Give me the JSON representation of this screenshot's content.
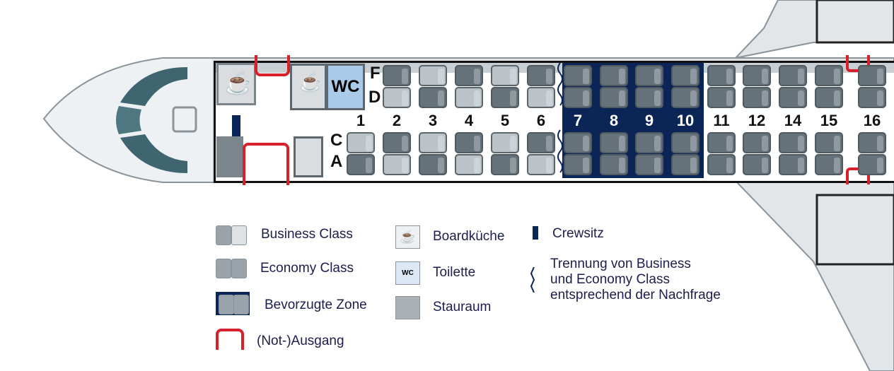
{
  "galley_label": "WC",
  "seat_letters": [
    "F",
    "D",
    "C",
    "A"
  ],
  "rows": [
    {
      "number": "1",
      "preferred": false,
      "seats": {
        "F": null,
        "D": null,
        "C": "business",
        "A": "economy"
      }
    },
    {
      "number": "2",
      "preferred": false,
      "seats": {
        "F": "economy",
        "D": "business",
        "C": "economy",
        "A": "business"
      }
    },
    {
      "number": "3",
      "preferred": false,
      "seats": {
        "F": "business",
        "D": "economy",
        "C": "business",
        "A": "economy"
      }
    },
    {
      "number": "4",
      "preferred": false,
      "seats": {
        "F": "economy",
        "D": "business",
        "C": "economy",
        "A": "business"
      }
    },
    {
      "number": "5",
      "preferred": false,
      "seats": {
        "F": "business",
        "D": "economy",
        "C": "business",
        "A": "economy"
      }
    },
    {
      "number": "6",
      "preferred": false,
      "seats": {
        "F": "economy",
        "D": "business",
        "C": "economy",
        "A": "business"
      }
    },
    {
      "number": "7",
      "preferred": true,
      "seats": {
        "F": "economy",
        "D": "economy",
        "C": "economy",
        "A": "economy"
      }
    },
    {
      "number": "8",
      "preferred": true,
      "seats": {
        "F": "economy",
        "D": "economy",
        "C": "economy",
        "A": "economy"
      }
    },
    {
      "number": "9",
      "preferred": true,
      "seats": {
        "F": "economy",
        "D": "economy",
        "C": "economy",
        "A": "economy"
      }
    },
    {
      "number": "10",
      "preferred": true,
      "seats": {
        "F": "economy",
        "D": "economy",
        "C": "economy",
        "A": "economy"
      }
    },
    {
      "number": "11",
      "preferred": false,
      "seats": {
        "F": "economy",
        "D": "economy",
        "C": "economy",
        "A": "economy"
      }
    },
    {
      "number": "12",
      "preferred": false,
      "seats": {
        "F": "economy",
        "D": "economy",
        "C": "economy",
        "A": "economy"
      }
    },
    {
      "number": "14",
      "preferred": false,
      "seats": {
        "F": "economy",
        "D": "economy",
        "C": "economy",
        "A": "economy"
      }
    },
    {
      "number": "15",
      "preferred": false,
      "seats": {
        "F": "economy",
        "D": "economy",
        "C": "economy",
        "A": "economy"
      }
    },
    {
      "number": "16",
      "preferred": false,
      "seats": {
        "F": "economy",
        "D": "economy",
        "C": "economy",
        "A": "economy"
      }
    }
  ],
  "legend": {
    "business": "Business Class",
    "economy": "Economy Class",
    "preferred": "Bevorzugte Zone",
    "exit": "(Not-)Ausgang",
    "galley": "Boardküche",
    "toilet": "Toilette",
    "toilet_icon_text": "WC",
    "storage": "Stauraum",
    "crew": "Crewsitz",
    "divider_line1": "Trennung von Business",
    "divider_line2": "und Economy Class",
    "divider_line3": "entsprechend der Nachfrage"
  },
  "colors": {
    "preferred": "#0c2557",
    "exit": "#d8202a",
    "economy": "#66727a",
    "business": "#bcc3c8",
    "text": "#1b1f4a"
  }
}
